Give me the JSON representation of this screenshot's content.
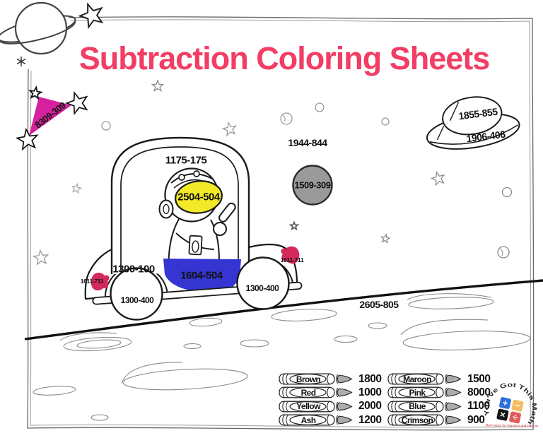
{
  "title": "Subtraction Coloring Sheets",
  "scene_labels": {
    "triangle": "8309-309",
    "ufo_dome": "1855-855",
    "ufo_body": "1906-406",
    "sky": "1944-844",
    "gray_planet": "1509-309",
    "dome": "1175-175",
    "visor": "2504-504",
    "car_body": "1300-100",
    "car_door": "1604-504",
    "wheel_left": "1300-400",
    "wheel_right": "1300-400",
    "light_left": "1611-711",
    "light_right": "1611-711",
    "moon": "2605-805"
  },
  "legend": {
    "items": [
      {
        "label": "Brown",
        "value": "1800"
      },
      {
        "label": "Red",
        "value": "1000"
      },
      {
        "label": "Yellow",
        "value": "2000"
      },
      {
        "label": "Ash",
        "value": "1200"
      },
      {
        "label": "Maroon",
        "value": "1500"
      },
      {
        "label": "Pink",
        "value": "8000"
      },
      {
        "label": "Blue",
        "value": "1100"
      },
      {
        "label": "Crimson",
        "value": "900"
      }
    ]
  },
  "logo": {
    "arc_text": "You've Got This Math",
    "plus": "+",
    "minus": "−",
    "times": "×",
    "divide": "÷",
    "tagline": "Math ideas for Teachers and Parents"
  },
  "colors": {
    "title_pink": "#F23D64",
    "triangle_magenta": "#D6219E",
    "visor_yellow": "#F2E928",
    "door_blue": "#3535D2",
    "light_crimson": "#D42A5B",
    "planet_gray": "#9A9A9A",
    "crayon_tip_gray": "#ACACAC",
    "logo_blue": "#2E6FD9",
    "logo_orange": "#F2BE63",
    "logo_black": "#141414",
    "logo_red": "#E25B5B"
  }
}
